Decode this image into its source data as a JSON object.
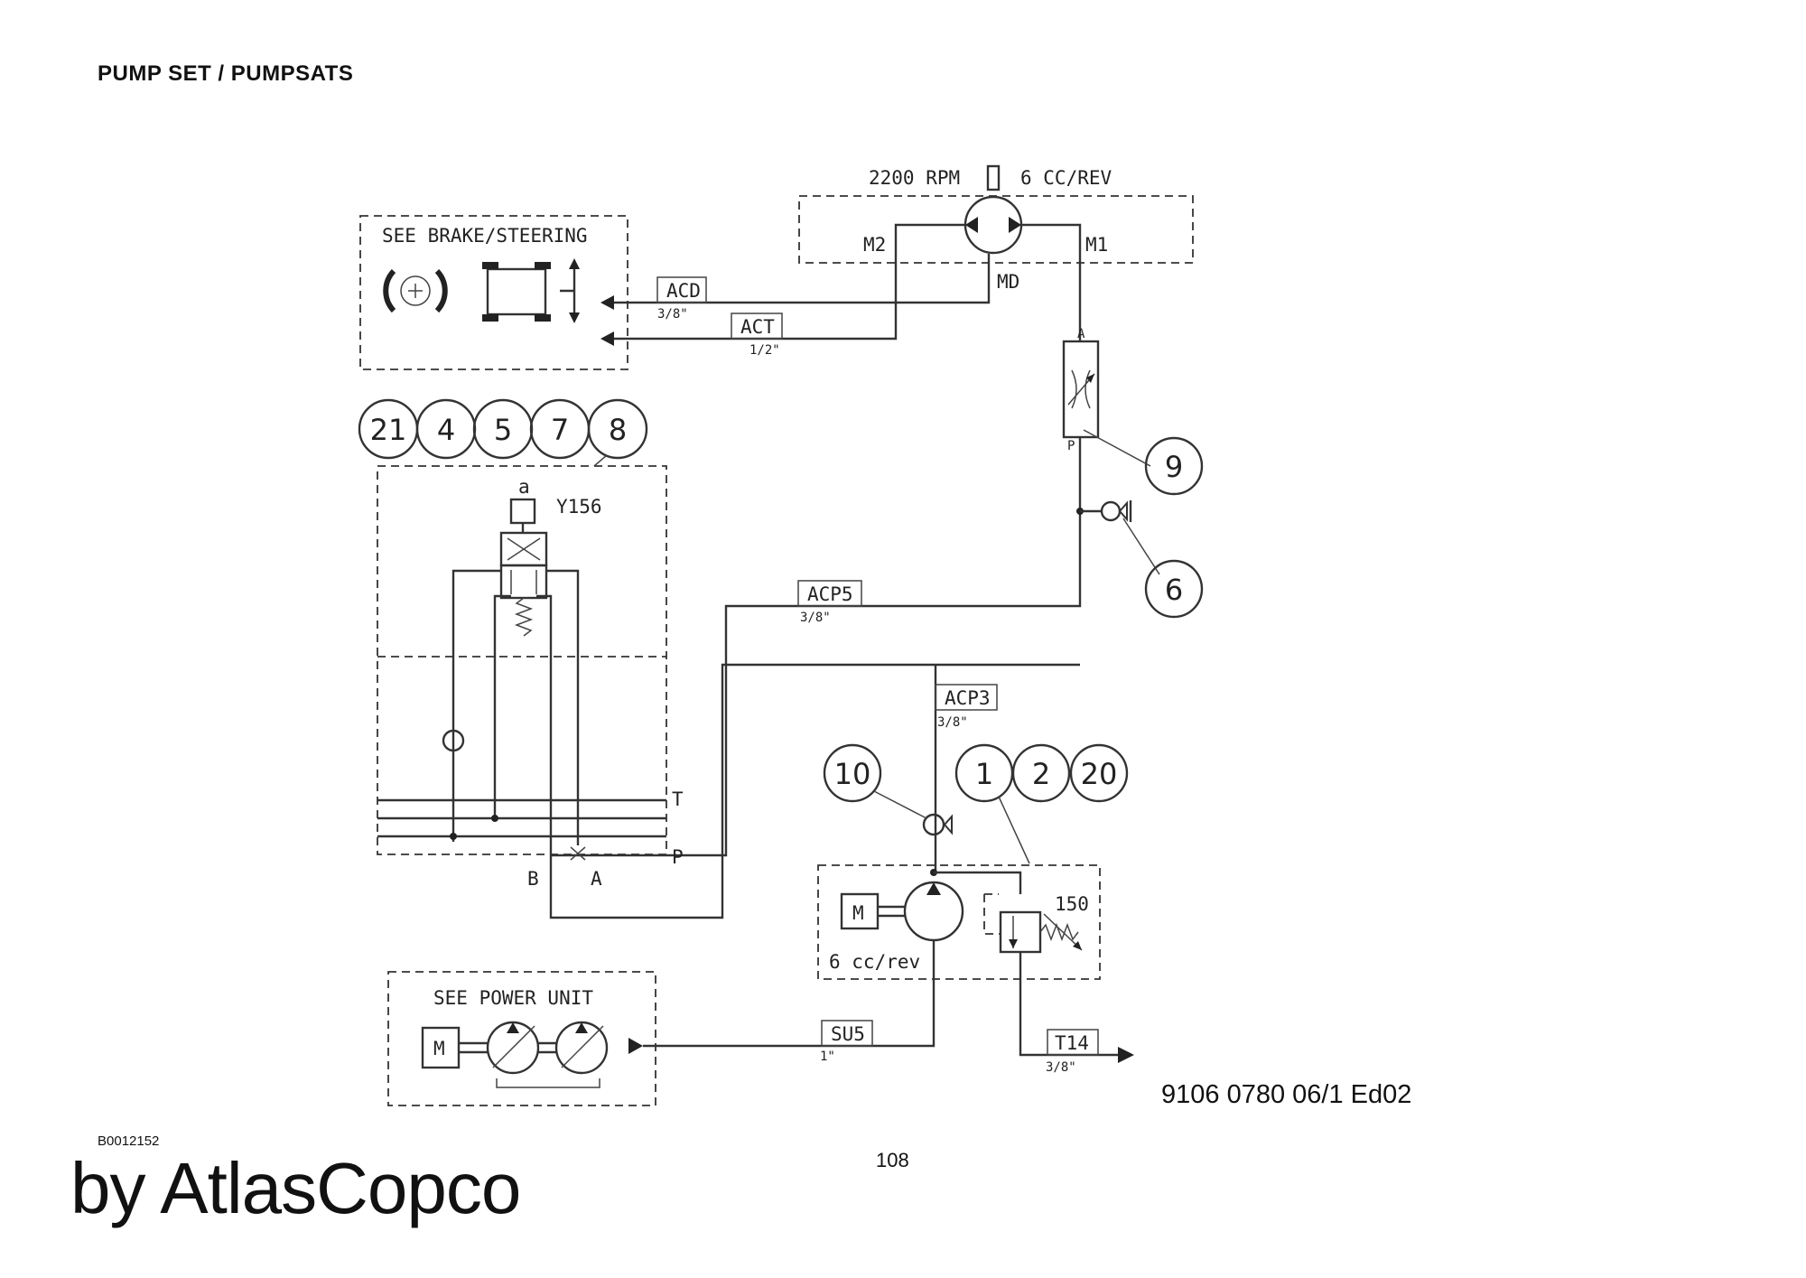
{
  "header": {
    "title": "PUMP SET / PUMPSATS"
  },
  "footer": {
    "doc_ref": "B0012152",
    "brand": "by AtlasCopco",
    "page_number": "108",
    "part_number": "9106 0780 06/1  Ed02"
  },
  "diagram": {
    "motor_top": {
      "rpm": "2200 RPM",
      "displacement": "6 CC/REV",
      "port_m2": "M2",
      "port_m1": "M1",
      "port_md": "MD"
    },
    "brake_box": {
      "title": "SEE BRAKE/STEERING"
    },
    "lines": {
      "acd": {
        "name": "ACD",
        "size": "3/8\""
      },
      "act": {
        "name": "ACT",
        "size": "1/2\""
      },
      "acp5": {
        "name": "ACP5",
        "size": "3/8\""
      },
      "acp3": {
        "name": "ACP3",
        "size": "3/8\""
      },
      "su5": {
        "name": "SU5",
        "size": "1\""
      },
      "t14": {
        "name": "T14",
        "size": "3/8\""
      }
    },
    "callouts": {
      "c21": "21",
      "c4": "4",
      "c5": "5",
      "c7": "7",
      "c8": "8",
      "c9": "9",
      "c6": "6",
      "c10": "10",
      "c1": "1",
      "c2": "2",
      "c20": "20"
    },
    "valve": {
      "name": "Y156",
      "solenoid": "a",
      "port_t": "T",
      "port_p": "P",
      "port_b": "B",
      "port_a": "A"
    },
    "filter_ports": {
      "top": "A",
      "bottom": "P"
    },
    "pump_unit": {
      "motor_label": "M",
      "displacement": "6 cc/rev",
      "relief_setting": "150"
    },
    "power_unit": {
      "title": "SEE POWER UNIT",
      "motor_label": "M"
    }
  }
}
